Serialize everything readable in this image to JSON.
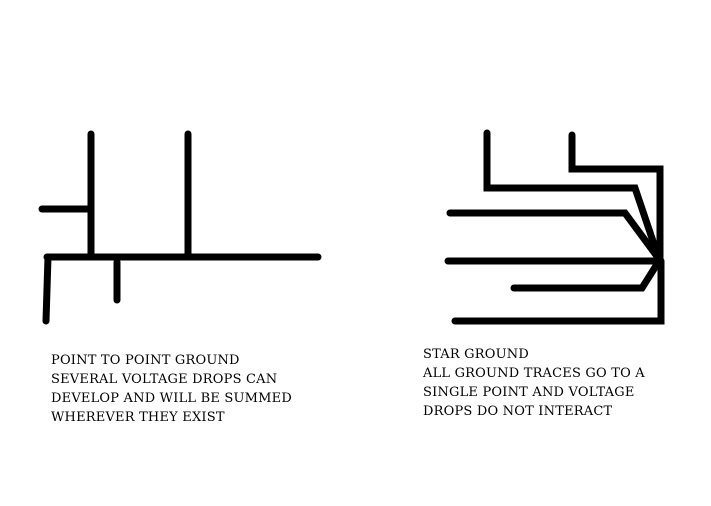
{
  "colors": {
    "background": "#ffffff",
    "trace": "#000000",
    "text": "#000000"
  },
  "point_to_point": {
    "lines": [
      "POINT TO POINT GROUND",
      "SEVERAL VOLTAGE DROPS CAN",
      "DEVELOP AND WILL BE SUMMED",
      "WHEREVER THEY EXIST"
    ]
  },
  "star": {
    "lines": [
      "STAR GROUND",
      "ALL GROUND TRACES GO TO A",
      "SINGLE POINT AND VOLTAGE",
      "DROPS DO NOT INTERACT"
    ]
  }
}
